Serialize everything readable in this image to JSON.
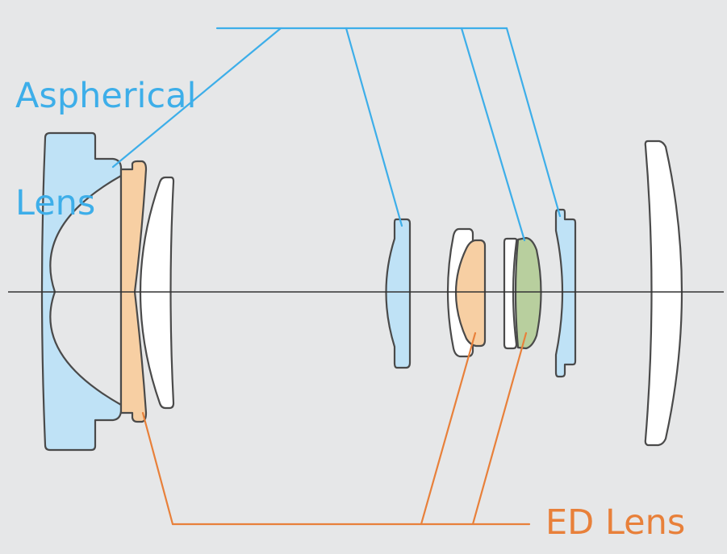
{
  "diagram": {
    "title": "Lens construction diagram",
    "labels": {
      "aspherical_line1": "Aspherical",
      "aspherical_line2": "Lens",
      "ed": "ED Lens"
    },
    "colors": {
      "background": "#e6e7e8",
      "aspherical": "#3daee9",
      "aspherical_fill": "#bfe2f6",
      "ed": "#e8803a",
      "ed_fill": "#f7cfa3",
      "green_fill": "#b8cf9e",
      "plain_fill": "#ffffff",
      "outline": "#4a4a4a",
      "axis": "#333333"
    },
    "elements": [
      {
        "id": 1,
        "type": "aspherical",
        "group": "front"
      },
      {
        "id": 2,
        "type": "ed",
        "group": "front"
      },
      {
        "id": 3,
        "type": "plain",
        "group": "front"
      },
      {
        "id": 4,
        "type": "aspherical",
        "group": "middle"
      },
      {
        "id": 5,
        "type": "plain",
        "group": "middle"
      },
      {
        "id": 6,
        "type": "ed",
        "group": "middle"
      },
      {
        "id": 7,
        "type": "plain",
        "group": "rear"
      },
      {
        "id": 8,
        "type": "aspherical-ed",
        "group": "rear"
      },
      {
        "id": 9,
        "type": "aspherical",
        "group": "rear"
      },
      {
        "id": 10,
        "type": "plain",
        "group": "rear"
      }
    ],
    "aspherical_count": 4,
    "ed_count": 3
  }
}
